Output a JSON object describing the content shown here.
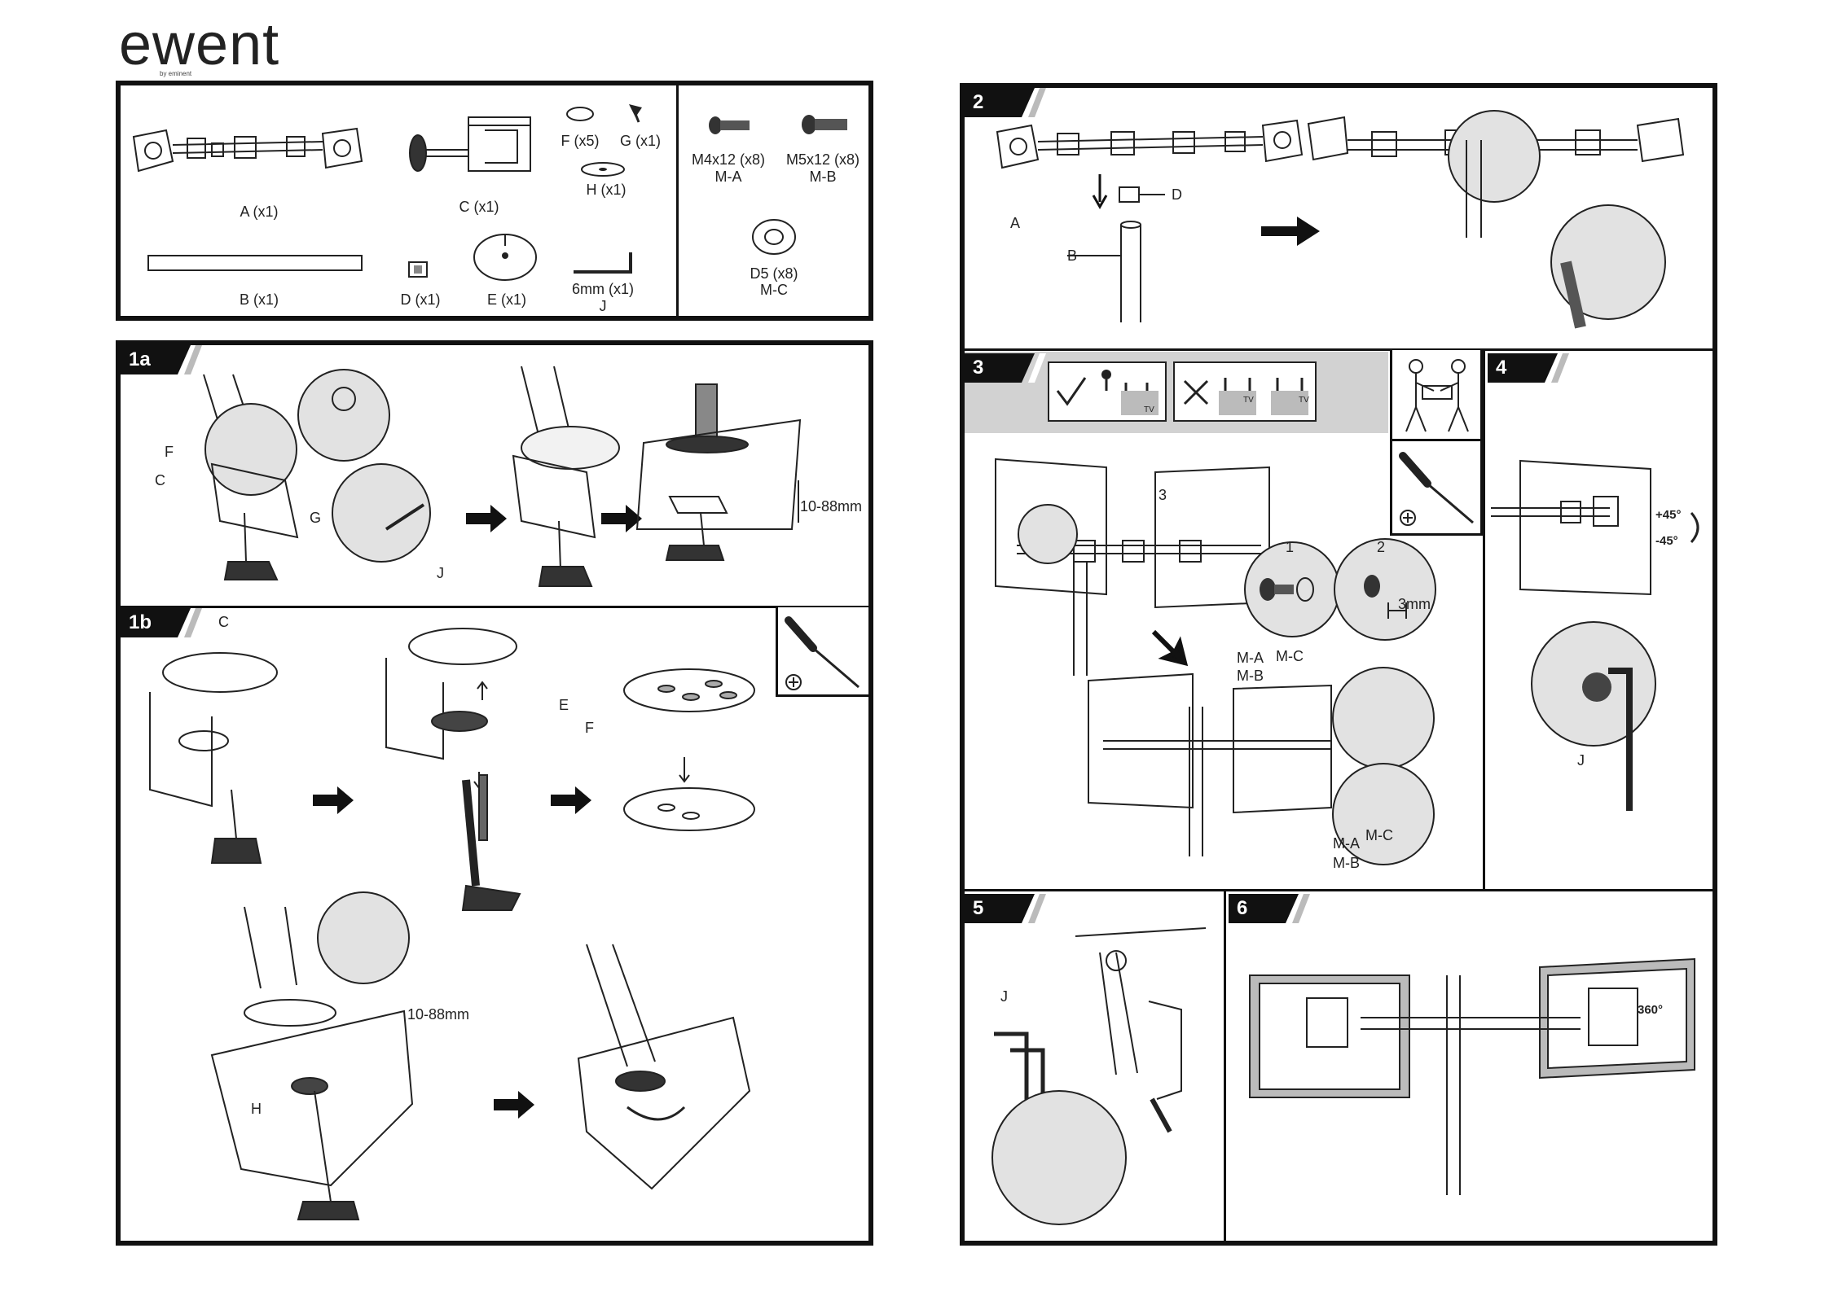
{
  "brand": {
    "logo": "ewent",
    "tagline": "by eminent"
  },
  "parts": {
    "A": "A (x1)",
    "B": "B (x1)",
    "C": "C (x1)",
    "D": "D (x1)",
    "E": "E (x1)",
    "F": "F (x5)",
    "G": "G (x1)",
    "H": "H (x1)",
    "J": "6mm  (x1)",
    "J_letter": "J",
    "MA_size": "M4x12 (x8)",
    "MA": "M-A",
    "MB_size": "M5x12 (x8)",
    "MB": "M-B",
    "MC_size": "D5 (x8)",
    "MC": "M-C"
  },
  "steps": {
    "s1a": "1a",
    "s1b": "1b",
    "s2": "2",
    "s3": "3",
    "s4": "4",
    "s5": "5",
    "s6": "6"
  },
  "labels": {
    "F": "F",
    "C": "C",
    "G": "G",
    "J": "J",
    "E": "E",
    "H": "H",
    "A": "A",
    "B": "B",
    "D": "D",
    "thickness": "10-88mm",
    "MA": "M-A",
    "MB": "M-B",
    "MC": "M-C",
    "gap": "3mm",
    "step1": "1",
    "step2": "2",
    "step3": "3",
    "tilt_up": "+45°",
    "tilt_down": "-45°",
    "rotate": "360°",
    "tv": "TV"
  }
}
